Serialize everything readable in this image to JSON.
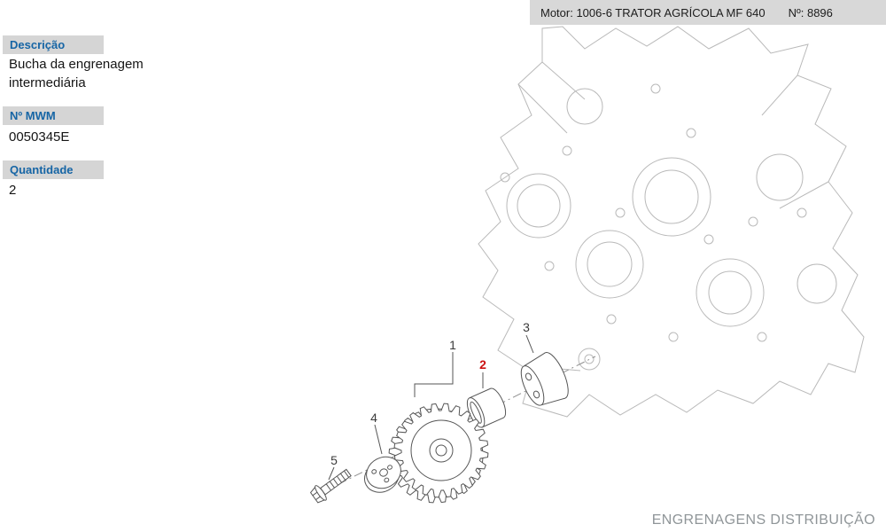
{
  "header": {
    "motor": "Motor: 1006-6 TRATOR AGRÍCOLA MF 640",
    "numero": "Nº: 8896"
  },
  "details": {
    "fields": [
      {
        "label": "Descrição",
        "value": "Bucha da engrenagem intermediária"
      },
      {
        "label": "Nº MWM",
        "value": "0050345E"
      },
      {
        "label": "Quantidade",
        "value": "2"
      }
    ]
  },
  "diagram": {
    "callouts": [
      {
        "num": "1",
        "highlighted": false
      },
      {
        "num": "2",
        "highlighted": true
      },
      {
        "num": "3",
        "highlighted": false
      },
      {
        "num": "4",
        "highlighted": false
      },
      {
        "num": "5",
        "highlighted": false
      }
    ]
  },
  "footer": {
    "title": "ENGRENAGENS DISTRIBUIÇÃO"
  },
  "colors": {
    "label_blue": "#1665a5",
    "highlight_red": "#cc1111",
    "header_bg": "#d8d8d8",
    "panel_label_bg": "#d5d5d5",
    "footer_gray": "#8f9598"
  }
}
